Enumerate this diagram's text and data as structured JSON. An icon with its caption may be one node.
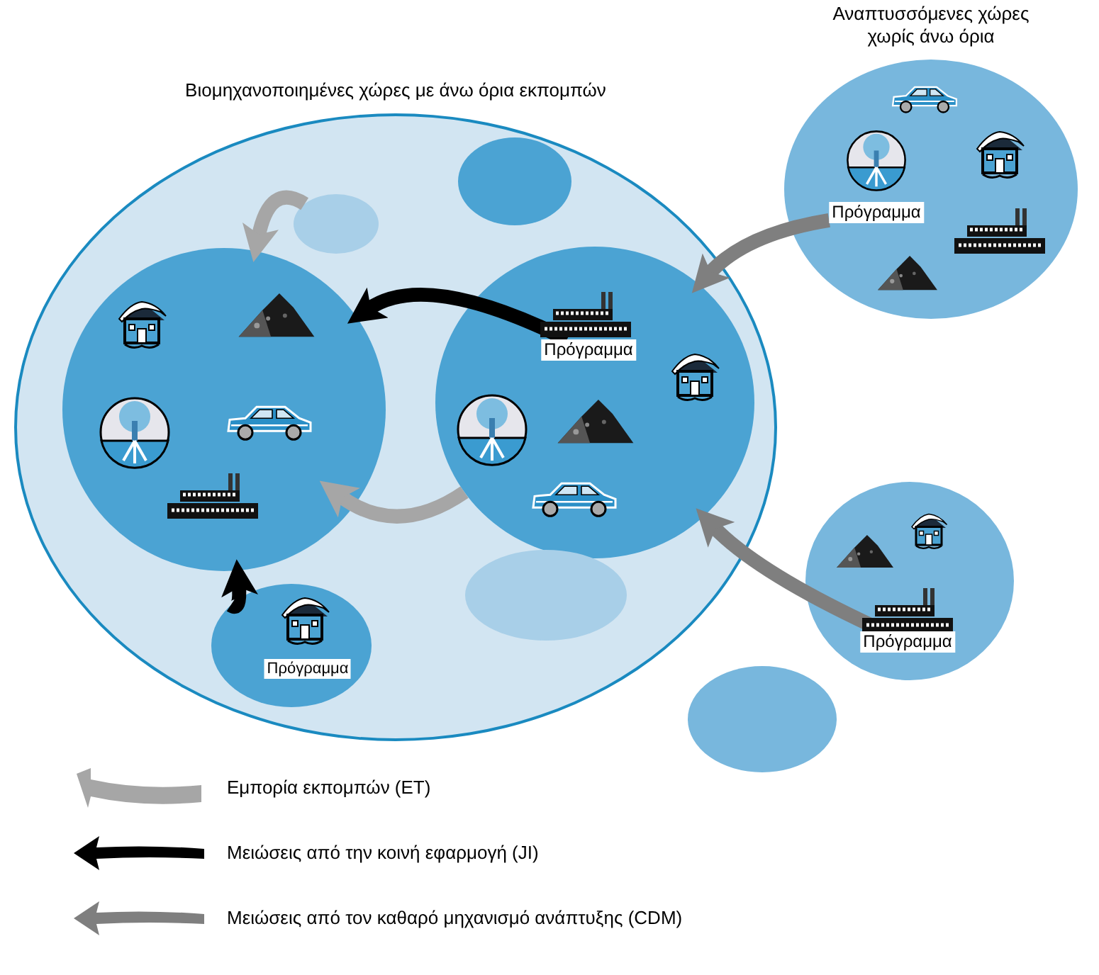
{
  "diagram": {
    "nodes": [
      {
        "text": [
          "Βιομηχανοποιημένες χώρες με άνω όρια εκπομπών"
        ]
      },
      {
        "text": [],
        "shape": "circle",
        "in": 0
      },
      {
        "text": [],
        "shape": "circle",
        "in": 0
      },
      {
        "text": [],
        "shape": "circle",
        "in": 0
      },
      {
        "text": [],
        "shape": "circle",
        "in": 0
      },
      {
        "text": [
          "Πρόγραμμα"
        ],
        "in": 4
      },
      {
        "text": [],
        "shape": "circle",
        "in": 0
      },
      {
        "text": [
          "Πρόγραμμα"
        ],
        "in": 0
      },
      {
        "text": [
          "Αναπτυσσόμενες χώρες χωρίς άνω όρια"
        ]
      },
      {
        "text": [
          "Πρόγραμμα"
        ],
        "in": 8
      },
      {
        "text": [],
        "shape": "circle"
      },
      {
        "text": [
          "Πρόγραμμα"
        ],
        "in": 10
      },
      {
        "text": [],
        "shape": "circle"
      }
    ],
    "edges": [
      {
        "from": 1,
        "to": 3,
        "arrow": "to",
        "color": "#a6a6a6"
      },
      {
        "from": 4,
        "to": 3,
        "arrow": "to",
        "color": "#a6a6a6"
      },
      {
        "from": 5,
        "to": 3,
        "arrow": "to",
        "color": "#000000"
      },
      {
        "from": 7,
        "to": 3,
        "arrow": "to",
        "color": "#000000"
      },
      {
        "from": 9,
        "to": 4,
        "arrow": "to",
        "color": "#7f7f7f"
      },
      {
        "from": 11,
        "to": 4,
        "arrow": "to",
        "color": "#7f7f7f"
      }
    ],
    "legend": [
      {
        "text": "Εμπορία εκπομπών (ET)"
      },
      {
        "text": "Μειώσεις από την κοινή εφαρμογή (JI)"
      },
      {
        "text": "Μειώσεις από τον καθαρό μηχανισμό ανάπτυξης (CDM)"
      }
    ]
  }
}
